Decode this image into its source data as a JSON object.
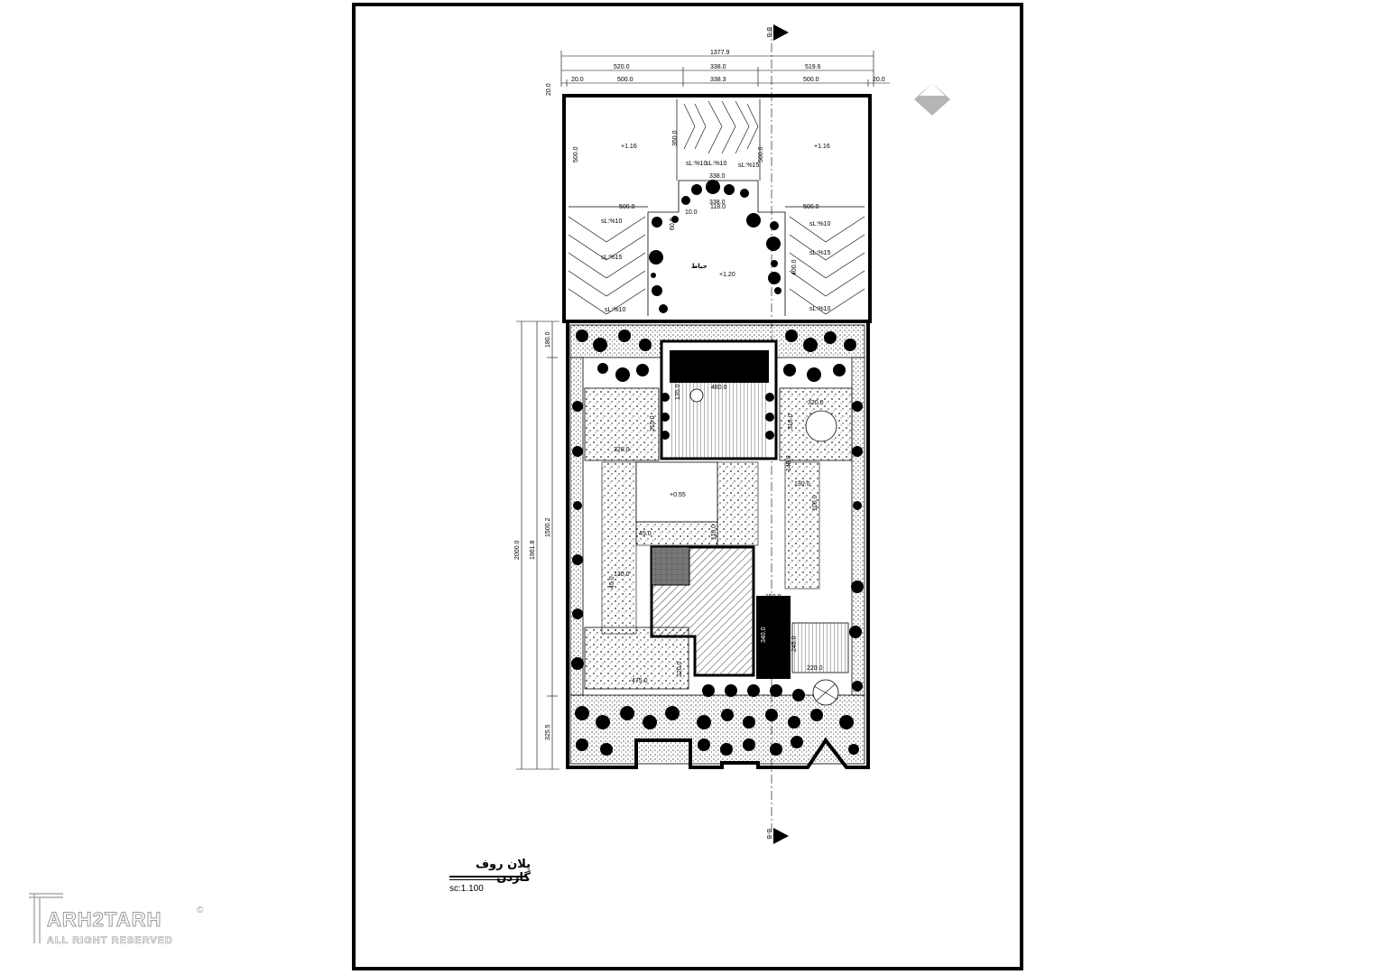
{
  "drawing": {
    "title": "پلان روف گاردن",
    "scale": "sc:1.100",
    "section_marker": "B-B",
    "yard_label": "حیاط"
  },
  "dimensions_top": {
    "overall": "1377.9",
    "row2": [
      "520.0",
      "338.0",
      "519.6"
    ],
    "row3": [
      "20.0",
      "500.0",
      "338.3",
      "500.0",
      "20.0"
    ],
    "left_top": "20.0"
  },
  "dimensions_left": {
    "overall": "2000.0",
    "mid": "1961.8",
    "segments": [
      "180.0",
      "1500.2",
      "325.5"
    ]
  },
  "upper_plan": {
    "dims": [
      "500.0",
      "500.0",
      "500.0",
      "500.0",
      "350.0",
      "338.0",
      "338.0",
      "118.0",
      "60.0",
      "10.0",
      "400.0"
    ],
    "levels": [
      "+1.16",
      "+1.16",
      "+1.20"
    ],
    "slopes": [
      "sL:%10",
      "sL:%15",
      "sL:%10",
      "sL:%10",
      "sL:%15",
      "sL:%10",
      "sL:%10",
      "sL:%15",
      "sL:%10"
    ]
  },
  "garden_plan": {
    "dims": [
      "480.0",
      "135.0",
      "215.0",
      "320.0",
      "320.0",
      "316.0",
      "130.0",
      "100.0",
      "145.0",
      "45.0",
      "110.0",
      "130.0",
      "45.0",
      "150.0",
      "340.0",
      "245.0",
      "220.0",
      "475.0",
      "220.0"
    ],
    "level": "+0.55"
  },
  "watermark": {
    "brand": "ARH2TARH",
    "sub": "ALL RIGHT RESERVED",
    "copy": "©"
  }
}
